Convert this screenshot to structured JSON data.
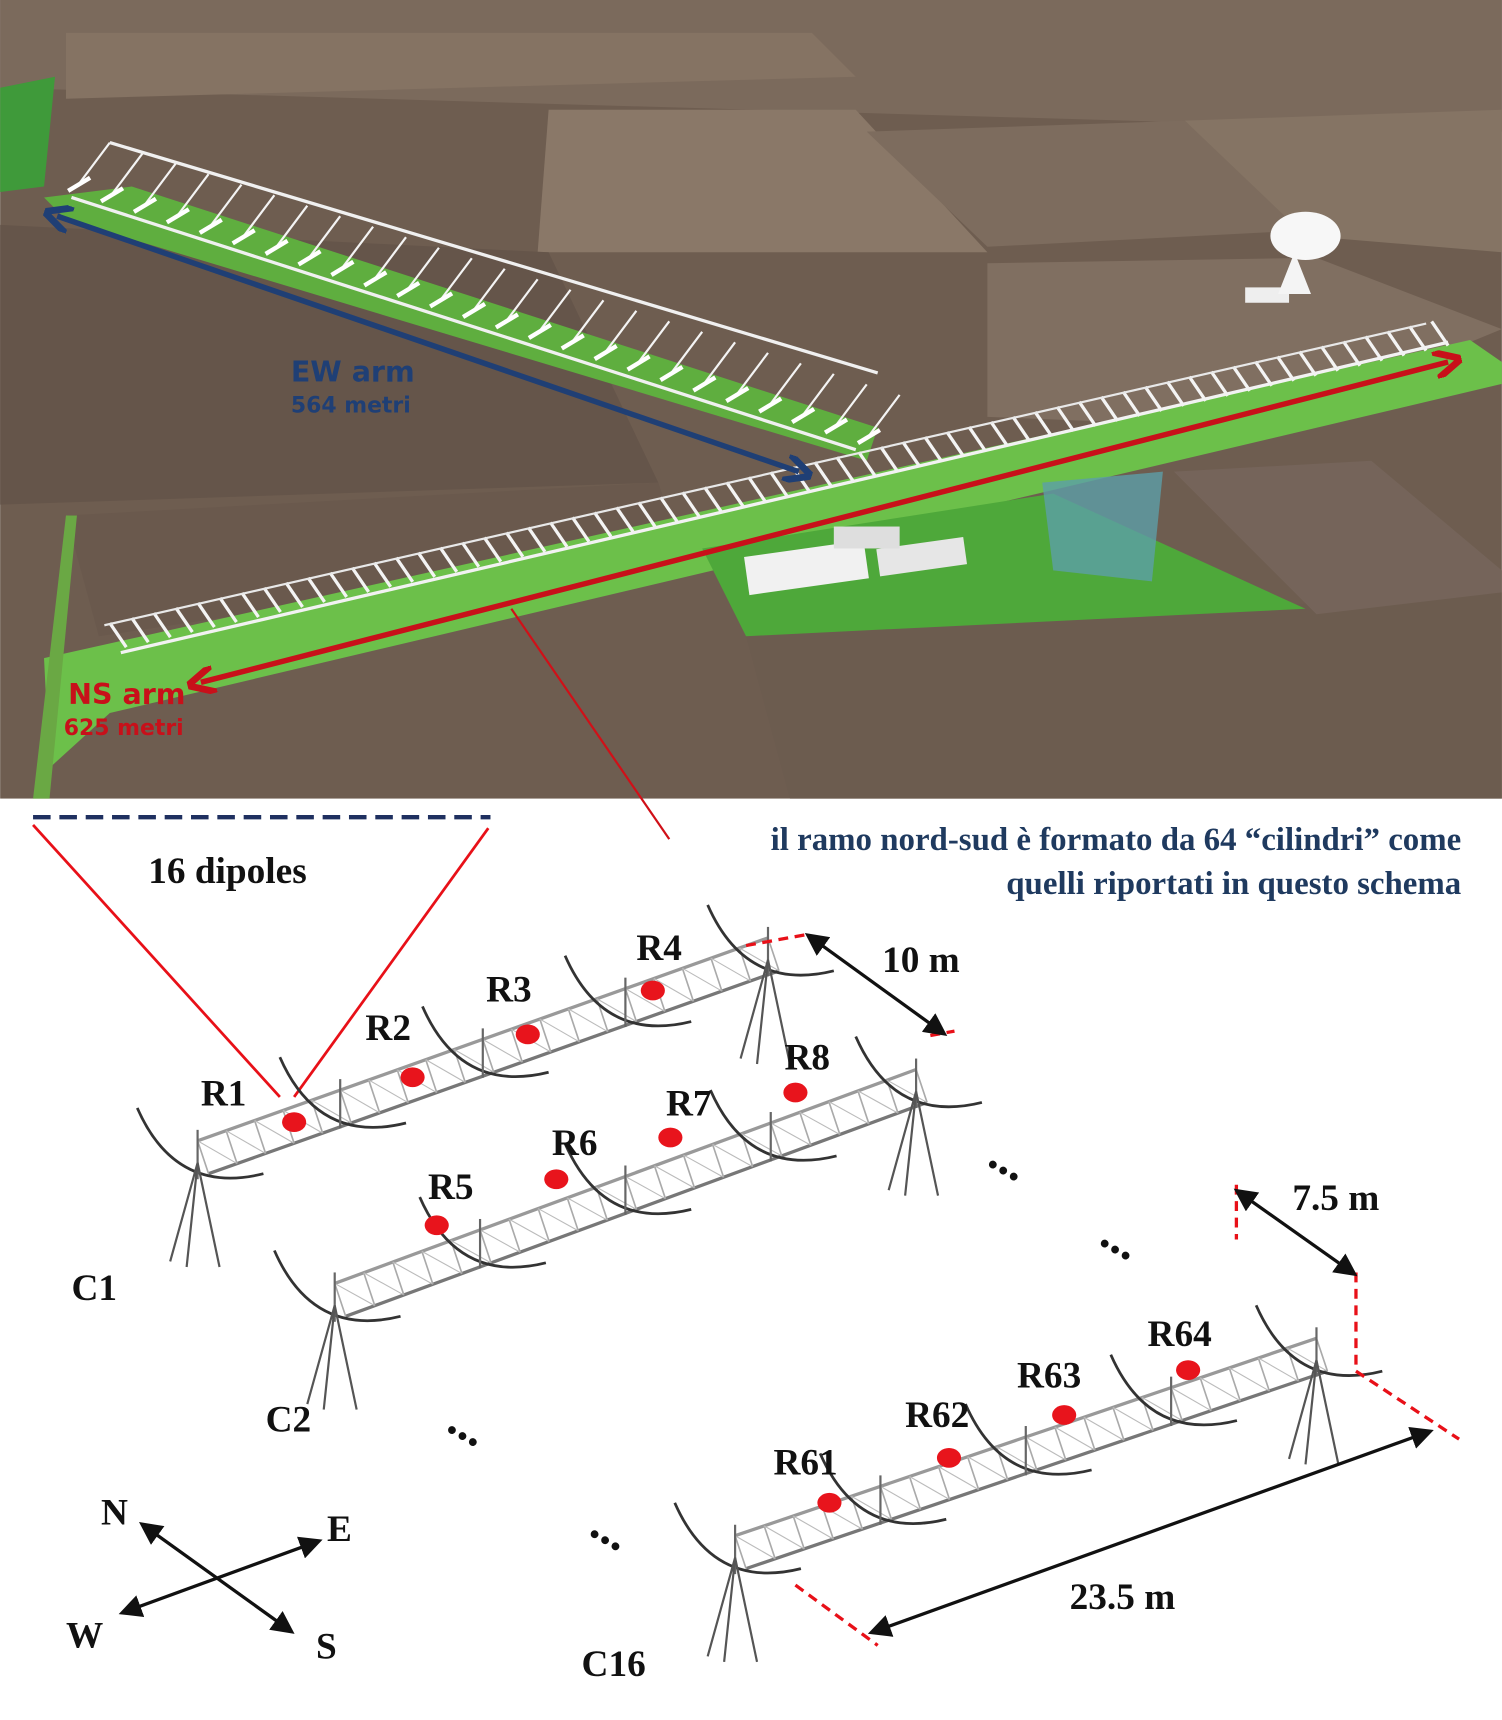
{
  "photo": {
    "ew_arm": {
      "label": "EW arm",
      "length": "564 metri",
      "color": "#1f3f75"
    },
    "ns_arm": {
      "label": "NS arm",
      "length": "625 metri",
      "color": "#c8101a"
    }
  },
  "caption": {
    "line1": "il ramo nord-sud è formato da 64 “cilindri” come",
    "line2": "quelli riportati in questo schema",
    "color": "#1f3a5f"
  },
  "schema": {
    "dipoles_label": "16 dipoles",
    "dimensions": {
      "spacing_ns": "10 m",
      "spacing_ew": "7.5 m",
      "cylinder_length": "23.5 m"
    },
    "cylinders": [
      {
        "label": "C1",
        "receivers": [
          "R1",
          "R2",
          "R3",
          "R4"
        ]
      },
      {
        "label": "C2",
        "receivers": [
          "R5",
          "R6",
          "R7",
          "R8"
        ]
      },
      {
        "label": "C16",
        "receivers": [
          "R61",
          "R62",
          "R63",
          "R64"
        ]
      }
    ],
    "ellipsis": "...",
    "compass": {
      "n": "N",
      "e": "E",
      "w": "W",
      "s": "S"
    },
    "receiver_color": "#e8141c"
  }
}
